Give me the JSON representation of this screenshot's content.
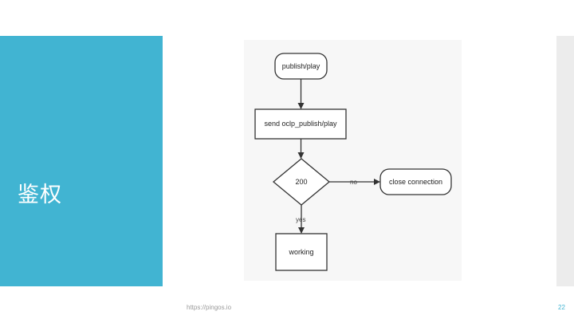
{
  "slide": {
    "title": "鉴权",
    "accent_color": "#41b4d2"
  },
  "flowchart": {
    "nodes": {
      "start": "publish/play",
      "send": "send oclp_publish/play",
      "decision": "200",
      "close": "close connection",
      "working": "working"
    },
    "edges": {
      "no": "no",
      "yes": "yes"
    }
  },
  "footer": {
    "url": "https://pingos.io",
    "page_number": "22"
  }
}
